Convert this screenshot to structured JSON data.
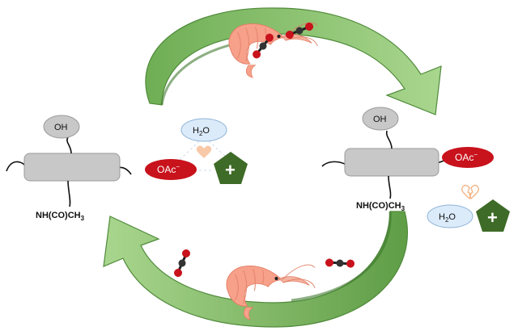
{
  "labels": {
    "left_oh": "OH",
    "left_amide": "NH(CO)CH",
    "left_amide_sub": "3",
    "right_oh": "OH",
    "right_amide": "NH(CO)CH",
    "right_amide_sub": "3",
    "water_center": "H",
    "water_center_sub": "2",
    "water_center_tail": "O",
    "water_right": "H",
    "water_right_sub": "2",
    "water_right_tail": "O",
    "acetate_center": "OAc",
    "acetate_center_sup": "−",
    "acetate_right": "OAc",
    "acetate_right_sup": "−",
    "cation_center": "+",
    "cation_right": "+"
  },
  "icons": [
    "shrimp-icon",
    "co2-molecule-icon",
    "heart-icon",
    "broken-heart-icon",
    "pentagon-cation-icon"
  ],
  "colors": {
    "arrow_green": "#8cc472",
    "arrow_dark": "#4f8a3a",
    "chain_gray": "#c8c8c8",
    "acetate_red": "#c8121c",
    "cation_green": "#3e6b27",
    "water_fill": "#dcebfa",
    "water_stroke": "#8fb4d8",
    "heart_peach": "#f8c9a8",
    "shrimp": "#f7a08a"
  }
}
